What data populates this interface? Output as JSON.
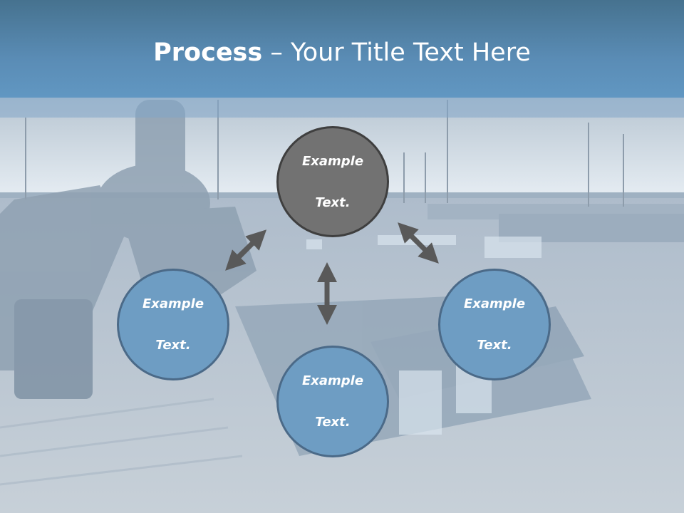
{
  "slide": {
    "title_bold": "Process",
    "title_rest": " – Your Title Text Here",
    "background": "futuristic-robot-scene-image"
  },
  "process": {
    "nodes": [
      {
        "line1": "Example",
        "line2": "Text.",
        "color": "#727272"
      },
      {
        "line1": "Example",
        "line2": "Text.",
        "color": "#6e9dc3"
      },
      {
        "line1": "Example",
        "line2": "Text.",
        "color": "#6e9dc3"
      },
      {
        "line1": "Example",
        "line2": "Text.",
        "color": "#6e9dc3"
      }
    ],
    "arrow_color": "#5a5a5a"
  }
}
